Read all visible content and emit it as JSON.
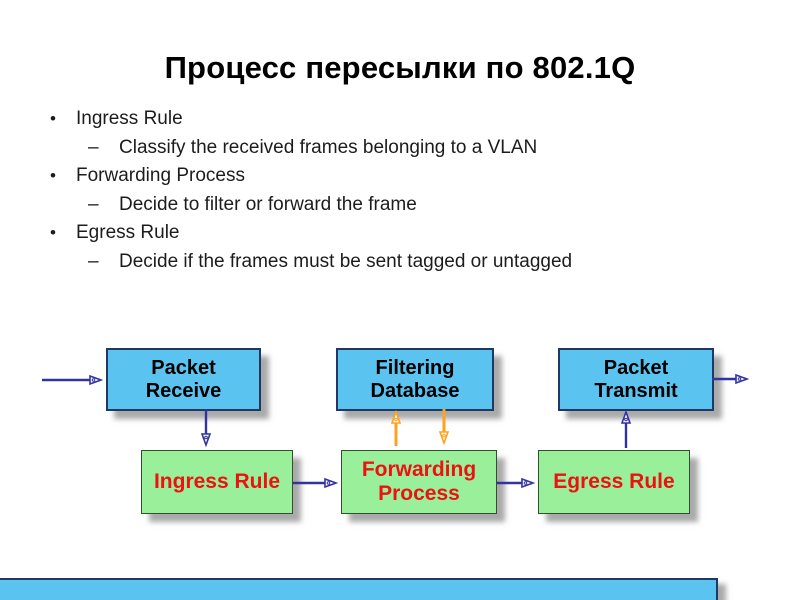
{
  "slide": {
    "title": "Процесс пересылки по 802.1Q",
    "bullets": [
      {
        "level": 1,
        "marker": "•",
        "text": "Ingress Rule"
      },
      {
        "level": 2,
        "marker": "–",
        "text": "Classify the received frames belonging to a VLAN"
      },
      {
        "level": 1,
        "marker": "•",
        "text": "Forwarding Process"
      },
      {
        "level": 2,
        "marker": "–",
        "text": "Decide to filter or forward the frame"
      },
      {
        "level": 1,
        "marker": "•",
        "text": "Egress Rule"
      },
      {
        "level": 2,
        "marker": "–",
        "text": "Decide if the frames must be sent tagged or untagged"
      }
    ]
  },
  "diagram": {
    "boxes": {
      "packet_receive": {
        "line1": "Packet",
        "line2": "Receive"
      },
      "filtering_database": {
        "line1": "Filtering",
        "line2": "Database"
      },
      "packet_transmit": {
        "line1": "Packet",
        "line2": "Transmit"
      },
      "ingress_rule": {
        "line1": "Ingress Rule",
        "line2": ""
      },
      "forwarding_process": {
        "line1": "Forwarding",
        "line2": "Process"
      },
      "egress_rule": {
        "line1": "Egress Rule",
        "line2": ""
      }
    },
    "arrows": [
      "flow-in",
      "receive-to-ingress",
      "ingress-to-forwarding",
      "forwarding-to-filtering",
      "filtering-to-forwarding",
      "forwarding-to-egress",
      "egress-to-transmit",
      "flow-out"
    ]
  },
  "colors": {
    "top_box_fill": "#5ac3ef",
    "bottom_box_fill": "#9af09a",
    "bottom_box_text": "#ee1111",
    "box_border": "#1f3864",
    "flow_arrow": "#3333a0",
    "db_arrow": "#ffa21f",
    "footer_bar_fill": "#5ac3ef"
  }
}
